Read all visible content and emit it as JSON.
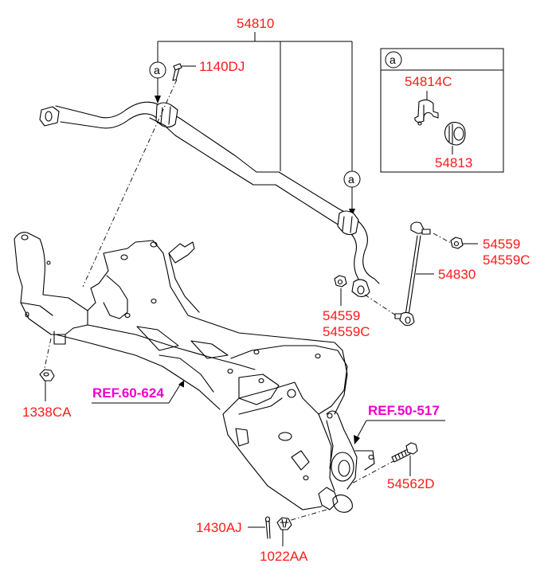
{
  "diagram": {
    "title": "Front Suspension Crossmember & Stabilizer Bar",
    "colors": {
      "part_number": "#ff1a1a",
      "reference": "#ee00cc",
      "line": "#000000"
    },
    "part_labels": {
      "stabilizer_bar": "54810",
      "bolt": "1140DJ",
      "bracket": "54814C",
      "bushing": "54813",
      "link_nut_upper_a": "54559",
      "link_nut_upper_b": "54559C",
      "stabilizer_link": "54830",
      "link_nut_lower_a": "54559",
      "link_nut_lower_b": "54559C",
      "crossmember_nut": "1338CA",
      "pinch_bolt": "54562D",
      "cotter_pin": "1430AJ",
      "castle_nut": "1022AA"
    },
    "references": {
      "crossmember": "REF.60-624",
      "knuckle": "REF.50-517"
    },
    "callouts": {
      "detail_letter": "a",
      "detail_box_letter": "a"
    }
  }
}
